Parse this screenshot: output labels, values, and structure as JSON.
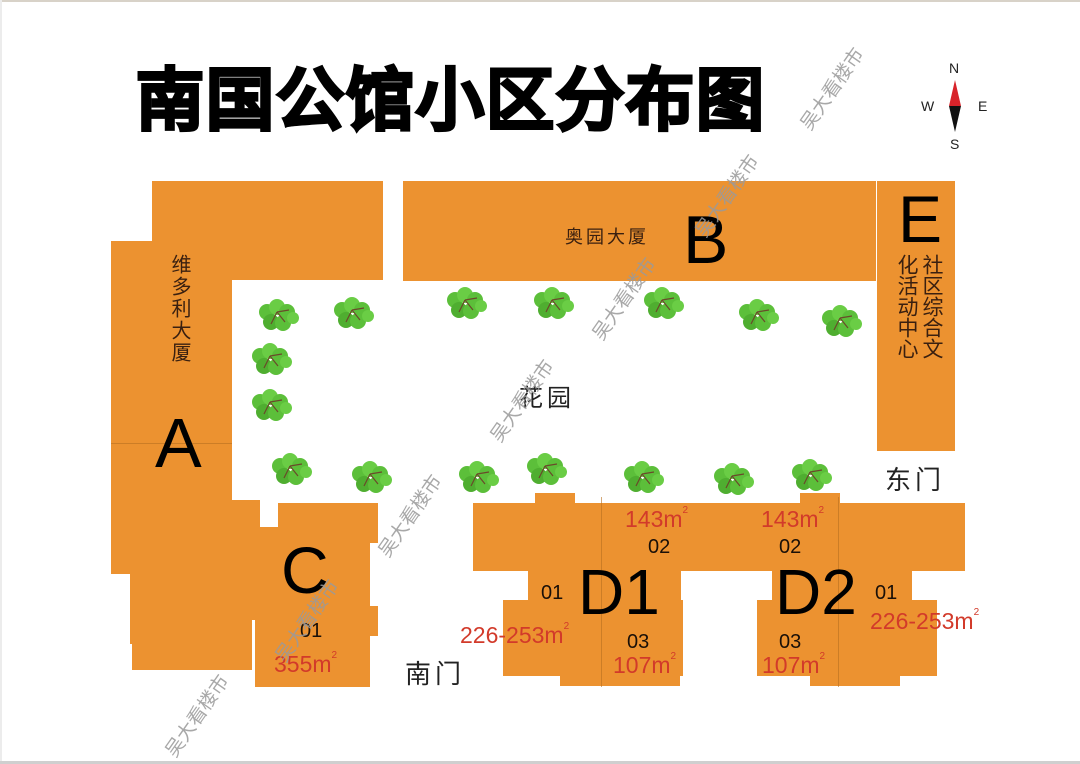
{
  "title": "南国公馆小区分布图",
  "compass": {
    "n": "N",
    "s": "S",
    "e": "E",
    "w": "W",
    "north_color": "#d8232a",
    "south_color": "#111111"
  },
  "colors": {
    "building": "#ec9230",
    "area_text": "#d23a2a",
    "tree": "#5cbf3a"
  },
  "buildings": {
    "A": {
      "letter": "A",
      "name": "维多利大厦"
    },
    "B": {
      "letter": "B",
      "name": "奥园大厦"
    },
    "C": {
      "letter": "C",
      "units": [
        {
          "unit": "01",
          "area": "355m",
          "sup": "2"
        }
      ]
    },
    "D1": {
      "letter": "D1",
      "units": [
        {
          "unit": "01",
          "area": "226-253m",
          "sup": "2"
        },
        {
          "unit": "02",
          "area": "143m",
          "sup": "2"
        },
        {
          "unit": "03",
          "area": "107m",
          "sup": "2"
        }
      ]
    },
    "D2": {
      "letter": "D2",
      "units": [
        {
          "unit": "01",
          "area": "226-253m",
          "sup": "2"
        },
        {
          "unit": "02",
          "area": "143m",
          "sup": "2"
        },
        {
          "unit": "03",
          "area": "107m",
          "sup": "2"
        }
      ]
    },
    "E": {
      "letter": "E",
      "name_col1": "社区综合文",
      "name_col2": "化活动中心"
    }
  },
  "garden": {
    "label": "花园"
  },
  "gates": {
    "east": "东门",
    "south": "南门"
  },
  "watermark": "吴大看楼市"
}
